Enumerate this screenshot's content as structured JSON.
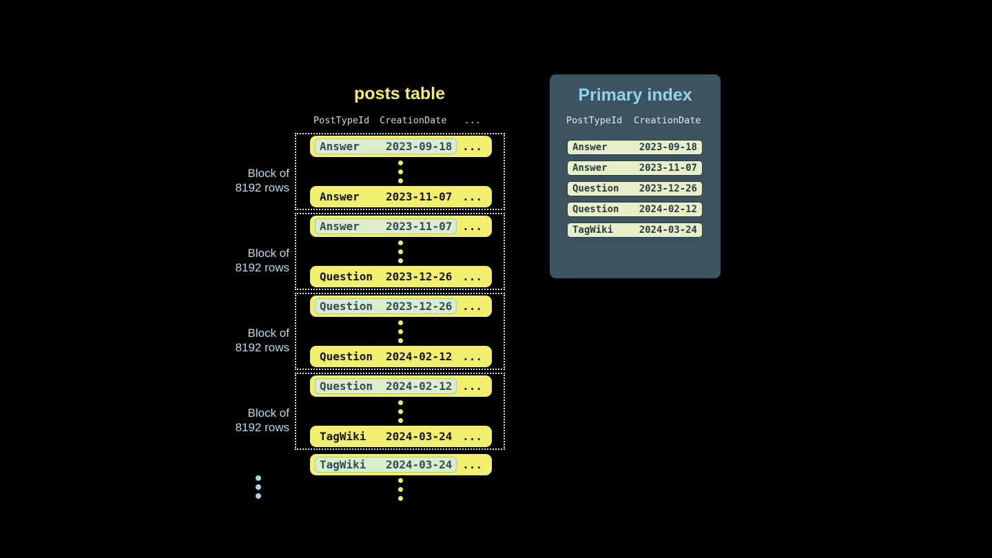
{
  "posts_table": {
    "title": "posts table",
    "columns": [
      "PostTypeId",
      "CreationDate",
      "..."
    ],
    "block_label_lines": [
      "Block of",
      "8192 rows"
    ],
    "ellipsis": "...",
    "blocks": [
      {
        "first": {
          "type": "Answer",
          "date": "2023-09-18"
        },
        "last": {
          "type": "Answer",
          "date": "2023-11-07"
        }
      },
      {
        "first": {
          "type": "Answer",
          "date": "2023-11-07"
        },
        "last": {
          "type": "Question",
          "date": "2023-12-26"
        }
      },
      {
        "first": {
          "type": "Question",
          "date": "2023-12-26"
        },
        "last": {
          "type": "Question",
          "date": "2024-02-12"
        }
      },
      {
        "first": {
          "type": "Question",
          "date": "2024-02-12"
        },
        "last": {
          "type": "TagWiki",
          "date": "2024-03-24"
        }
      }
    ],
    "overflow_row": {
      "type": "TagWiki",
      "date": "2024-03-24"
    }
  },
  "primary_index": {
    "title": "Primary index",
    "columns": [
      "PostTypeId",
      "CreationDate"
    ],
    "rows": [
      {
        "type": "Answer",
        "date": "2023-09-18"
      },
      {
        "type": "Answer",
        "date": "2023-11-07"
      },
      {
        "type": "Question",
        "date": "2023-12-26"
      },
      {
        "type": "Question",
        "date": "2024-02-12"
      },
      {
        "type": "TagWiki",
        "date": "2024-03-24"
      }
    ]
  },
  "colors": {
    "background": "#000000",
    "row_yellow": "#f2ee6e",
    "row_text_dark": "#12171f",
    "highlight_bg": "#ddecca",
    "highlight_border": "#7fd0e6",
    "highlight_text": "#2f4b5e",
    "block_border": "#d5ecf4",
    "label_blue": "#b7dcec",
    "dot_blue": "#a3d8ea",
    "header_text": "#d8d8ce",
    "panel_bg": "#3e5360",
    "panel_title": "#90d3ee",
    "panel_header_text": "#e2ebee",
    "index_row_bg": "#e6efc8",
    "index_row_border": "#2b3a45"
  }
}
